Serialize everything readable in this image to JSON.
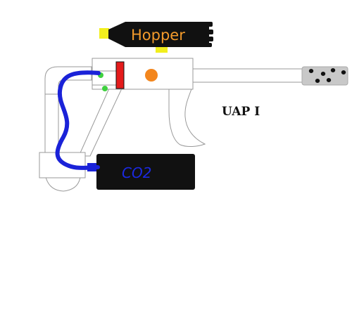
{
  "diagram": {
    "hopper_label": "Hopper",
    "co2_label": "CO2",
    "title": "UAP I"
  },
  "colors": {
    "outline": "#999999",
    "body_fill": "#ffffff",
    "hopper_fill": "#111111",
    "hopper_text": "#f39a2b",
    "hopper_accent": "#f2ef1d",
    "co2_fill": "#111111",
    "co2_text": "#1b29e0",
    "hose": "#1a22d8",
    "valve_red": "#e41b1b",
    "ball": "#f3861d",
    "indicator": "#3fd13f",
    "muzzle_fill": "#c8c8c8",
    "muzzle_holes": "#111111",
    "title_text": "#111111"
  }
}
